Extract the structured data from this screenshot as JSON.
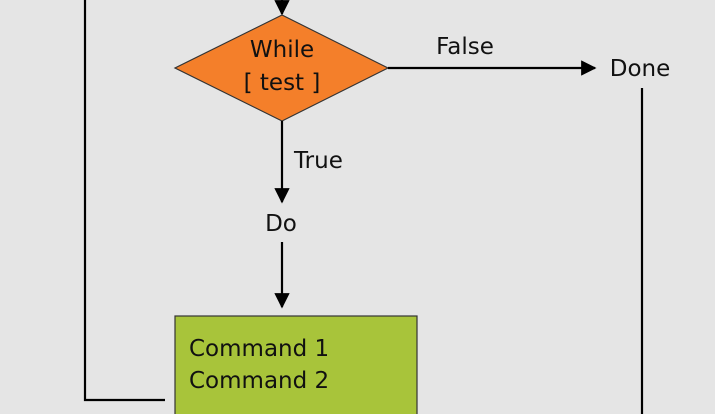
{
  "diagram": {
    "decision": {
      "line1": "While",
      "line2": "[ test ]"
    },
    "labels": {
      "false": "False",
      "true": "True",
      "done": "Done",
      "do": "Do"
    },
    "command_block": {
      "line1": "Command 1",
      "line2": "Command 2"
    },
    "colors": {
      "background": "#e5e5e5",
      "decision_fill": "#f47f2a",
      "command_fill": "#a8c43a",
      "line": "#000000"
    }
  }
}
